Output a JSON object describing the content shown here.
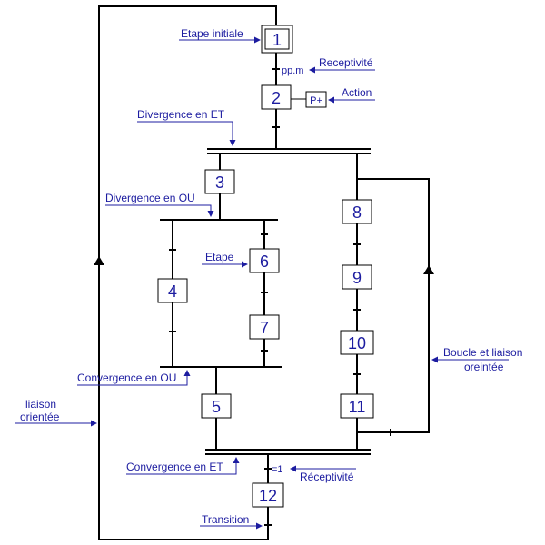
{
  "steps": {
    "s1": "1",
    "s2": "2",
    "s3": "3",
    "s4": "4",
    "s5": "5",
    "s6": "6",
    "s7": "7",
    "s8": "8",
    "s9": "9",
    "s10": "10",
    "s11": "11",
    "s12": "12"
  },
  "action": "P+",
  "receptivities": {
    "r1": "pp.m",
    "r2": "=1"
  },
  "annotations": {
    "etape_initiale": "Etape initiale",
    "receptivite_top": "Receptivité",
    "action": "Action",
    "divergence_et": "Divergence en ET",
    "divergence_ou": "Divergence en OU",
    "etape": "Etape",
    "convergence_ou": "Convergence en OU",
    "liaison_orientee_1": "liaison",
    "liaison_orientee_2": "orientée",
    "boucle_1": "Boucle et liaison",
    "boucle_2": "oreintée",
    "convergence_et": "Convergence en ET",
    "receptivite_bottom": "Réceptivité",
    "transition": "Transition"
  },
  "colors": {
    "label": "#1c1ca0",
    "lines": "#000000"
  }
}
